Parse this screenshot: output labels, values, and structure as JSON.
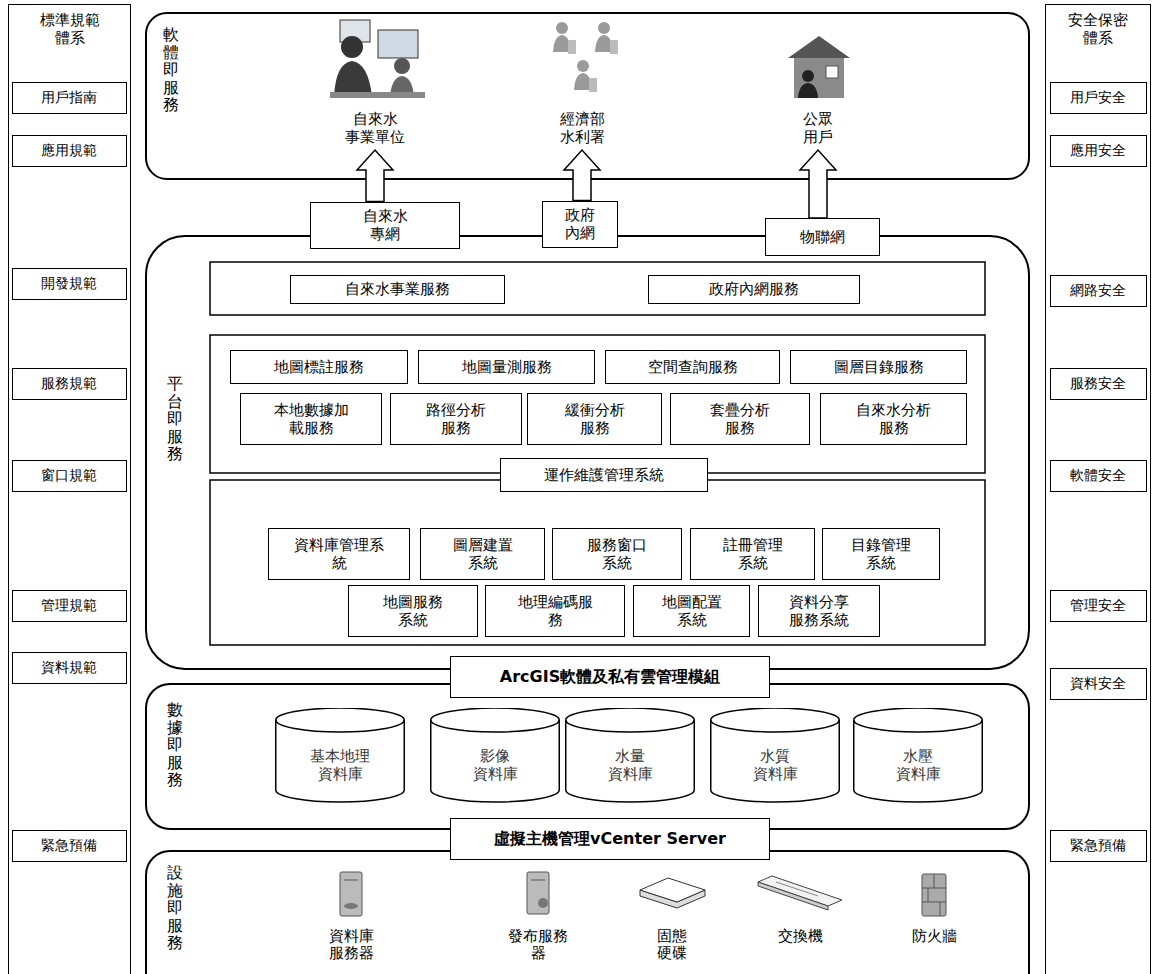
{
  "diagram": {
    "nodes": [
      {
        "text": [
          "標準規範 體系"
        ]
      },
      {
        "text": [
          "用戶指南"
        ],
        "in": 0
      },
      {
        "text": [
          "應用規範"
        ],
        "in": 0
      },
      {
        "text": [
          "開發規範"
        ],
        "in": 0
      },
      {
        "text": [
          "服務規範"
        ],
        "in": 0
      },
      {
        "text": [
          "窗口規範"
        ],
        "in": 0
      },
      {
        "text": [
          "管理規範"
        ],
        "in": 0
      },
      {
        "text": [
          "資料規範"
        ],
        "in": 0
      },
      {
        "text": [
          "緊急預備"
        ],
        "in": 0
      },
      {
        "text": [
          "軟體即服務"
        ]
      },
      {
        "text": [
          "自來水 事業單位"
        ],
        "in": 9
      },
      {
        "text": [
          "經濟部 水利署"
        ],
        "in": 9
      },
      {
        "text": [
          "公眾 用戶"
        ],
        "in": 9
      },
      {
        "text": [
          "自來水 專網"
        ]
      },
      {
        "text": [
          "政府 內網"
        ]
      },
      {
        "text": [
          "物聯網"
        ]
      },
      {
        "text": [
          "平台即服務"
        ]
      },
      {
        "text": [
          "自來水事業服務"
        ],
        "in": 16
      },
      {
        "text": [
          "政府內網服務"
        ],
        "in": 16
      },
      {
        "text": [
          "地圖標註服務"
        ],
        "in": 16
      },
      {
        "text": [
          "地圖量測服務"
        ],
        "in": 16
      },
      {
        "text": [
          "空間查詢服務"
        ],
        "in": 16
      },
      {
        "text": [
          "圖層目錄服務"
        ],
        "in": 16
      },
      {
        "text": [
          "本地數據加 載服務"
        ],
        "in": 16
      },
      {
        "text": [
          "路徑分析 服務"
        ],
        "in": 16
      },
      {
        "text": [
          "緩衝分析 服務"
        ],
        "in": 16
      },
      {
        "text": [
          "套疊分析 服務"
        ],
        "in": 16
      },
      {
        "text": [
          "自來水分析 服務"
        ],
        "in": 16
      },
      {
        "text": [
          "運作維護管理系統"
        ],
        "in": 16
      },
      {
        "text": [
          "資料庫管理系 統"
        ],
        "in": 16
      },
      {
        "text": [
          "圖層建置 系統"
        ],
        "in": 16
      },
      {
        "text": [
          "服務窗口 系統"
        ],
        "in": 16
      },
      {
        "text": [
          "註冊管理 系統"
        ],
        "in": 16
      },
      {
        "text": [
          "目錄管理 系統"
        ],
        "in": 16
      },
      {
        "text": [
          "地圖服務 系統"
        ],
        "in": 16
      },
      {
        "text": [
          "地理編碼服 務"
        ],
        "in": 16
      },
      {
        "text": [
          "地圖配置 系統"
        ],
        "in": 16
      },
      {
        "text": [
          "資料分享 服務系統"
        ],
        "in": 16
      },
      {
        "text": [
          "ArcGIS軟體及私有雲管理模組"
        ]
      },
      {
        "text": [
          "數據即服務"
        ]
      },
      {
        "text": [
          "基本地理 資料庫"
        ],
        "in": 39
      },
      {
        "text": [
          "影像 資料庫"
        ],
        "in": 39
      },
      {
        "text": [
          "水量 資料庫"
        ],
        "in": 39
      },
      {
        "text": [
          "水質 資料庫"
        ],
        "in": 39
      },
      {
        "text": [
          "水壓 資料庫"
        ],
        "in": 39
      },
      {
        "text": [
          "虛擬主機管理vCenter Server"
        ]
      },
      {
        "text": [
          "設施即服務"
        ]
      },
      {
        "text": [
          "安全保密 體系"
        ]
      },
      {
        "text": [
          "用戶安全"
        ],
        "in": 47
      },
      {
        "text": [
          "應用安全"
        ],
        "in": 47
      },
      {
        "text": [
          "網路安全"
        ],
        "in": 47
      },
      {
        "text": [
          "服務安全"
        ],
        "in": 47
      },
      {
        "text": [
          "軟體安全"
        ],
        "in": 47
      },
      {
        "text": [
          "管理安全"
        ],
        "in": 47
      },
      {
        "text": [
          "資料安全"
        ],
        "in": 47
      },
      {
        "text": [
          "緊急預備"
        ],
        "in": 47
      }
    ],
    "edges": [
      {
        "from": 13,
        "to": 10,
        "arrow": "to"
      },
      {
        "from": 14,
        "to": 11,
        "arrow": "to"
      },
      {
        "from": 15,
        "to": 12,
        "arrow": "to"
      }
    ],
    "labels": [
      "資料庫 服務器",
      "發布服務 器",
      "固態 硬碟",
      "交換機",
      "防火牆"
    ]
  }
}
